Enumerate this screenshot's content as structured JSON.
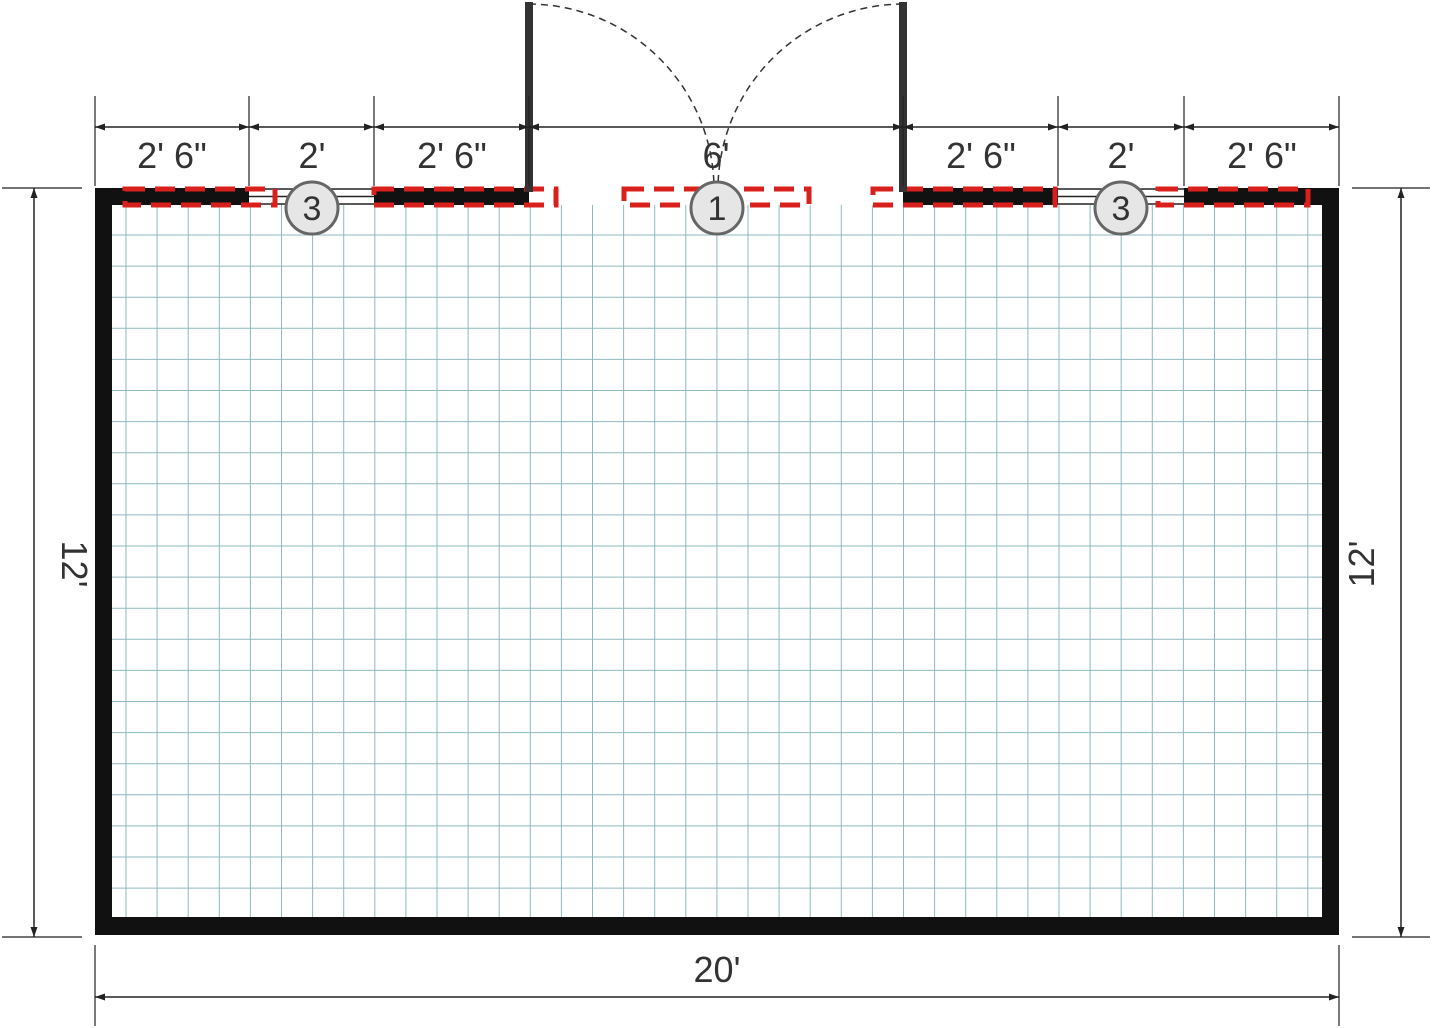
{
  "room": {
    "width_label": "20'",
    "height_label": "12'",
    "width_ft": 20,
    "height_ft": 12
  },
  "top_dimensions": [
    {
      "label": "2' 6\"",
      "ft": 2.5
    },
    {
      "label": "2'",
      "ft": 2
    },
    {
      "label": "2' 6\"",
      "ft": 2.5
    },
    {
      "label": "6'",
      "ft": 6
    },
    {
      "label": "2' 6\"",
      "ft": 2.5
    },
    {
      "label": "2'",
      "ft": 2
    },
    {
      "label": "2' 6\"",
      "ft": 2.5
    }
  ],
  "tags": [
    {
      "label": "3",
      "item": "window-left"
    },
    {
      "label": "1",
      "item": "double-door"
    },
    {
      "label": "3",
      "item": "window-right"
    }
  ],
  "colors": {
    "wall": "#111111",
    "grid": "#8fb9bf",
    "highlight": "#d9201c",
    "dimension": "#222222",
    "tag_fill": "#e6e6e6",
    "tag_stroke": "#666666",
    "door": "#333333"
  }
}
